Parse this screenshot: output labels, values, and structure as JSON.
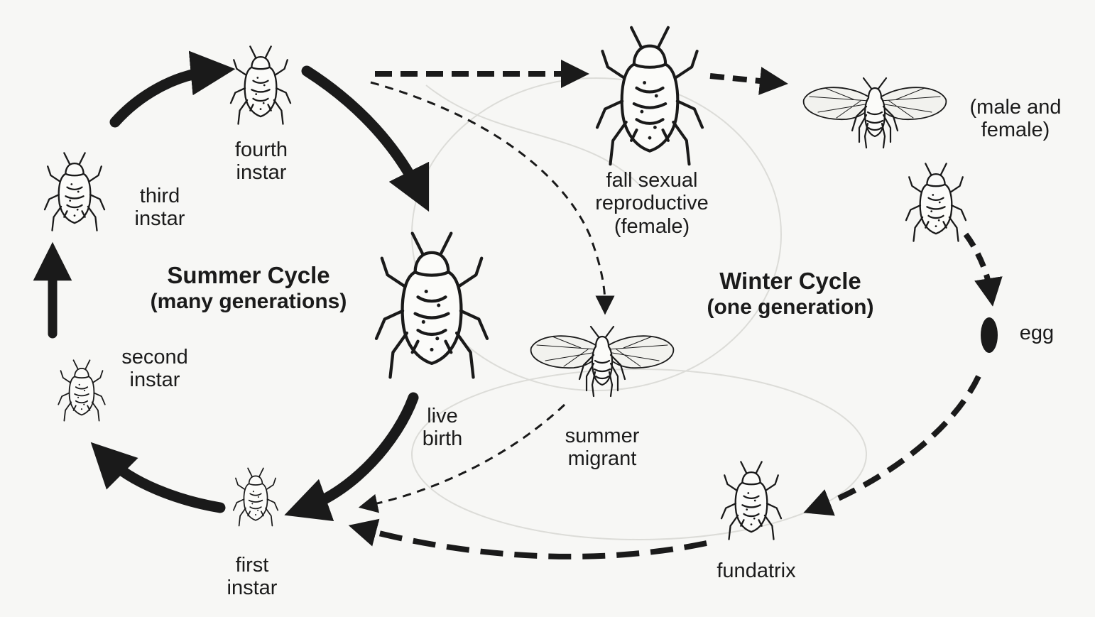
{
  "cycles": {
    "summer": {
      "title": "Summer Cycle",
      "subtitle": "(many generations)"
    },
    "winter": {
      "title": "Winter Cycle",
      "subtitle": "(one generation)"
    }
  },
  "stages": {
    "fourth_instar": [
      "fourth",
      "instar"
    ],
    "third_instar": [
      "third",
      "instar"
    ],
    "second_instar": [
      "second",
      "instar"
    ],
    "first_instar": [
      "first",
      "instar"
    ],
    "live_birth": [
      "live",
      "birth"
    ],
    "fall_sexual": [
      "fall sexual",
      "reproductive",
      "(female)"
    ],
    "male_female": [
      "(male and",
      "female)"
    ],
    "egg": "egg",
    "summer_migrant": [
      "summer",
      "migrant"
    ],
    "fundatrix": "fundatrix"
  },
  "colors": {
    "ink": "#1a1a1a",
    "paper": "#f7f7f5"
  },
  "icons": [
    "aphid-icon",
    "winged-aphid-icon",
    "egg-icon"
  ]
}
